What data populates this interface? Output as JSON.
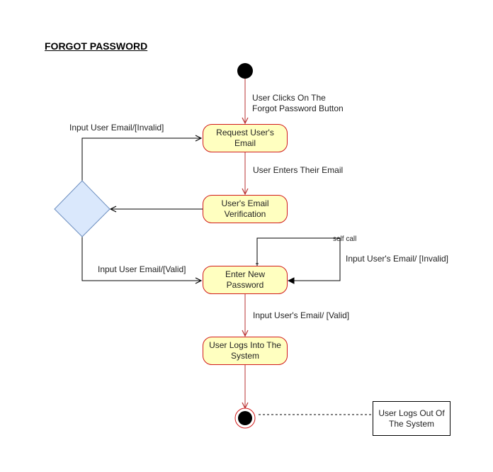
{
  "title": "FORGOT PASSWORD",
  "nodes": {
    "request_email": "Request User's\nEmail",
    "email_verification": "User's Email\nVerification",
    "enter_new_password": "Enter New\nPassword",
    "user_logs_in": "User Logs Into The\nSystem",
    "user_logs_out_note": "User Logs Out Of\nThe System"
  },
  "edges": {
    "start_to_request": "User Clicks On The\nForgot Password Button",
    "request_to_verification": "User Enters Their Email",
    "decision_invalid": "Input User Email/[Invalid]",
    "decision_valid": "Input User Email/[Valid]",
    "self_call": "self call",
    "self_invalid": "Input User's Email/ [Invalid]",
    "password_valid": "Input User's Email/ [Valid]"
  },
  "colors": {
    "activity_fill": "#ffffc0",
    "activity_border": "#d11a1a",
    "flow_line": "#b83232",
    "decision_fill": "#dae8fc",
    "decision_border": "#6c8ebf"
  }
}
